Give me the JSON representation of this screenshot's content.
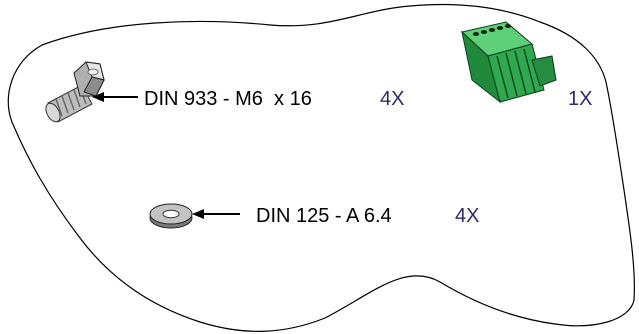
{
  "parts": [
    {
      "id": "bolt",
      "spec": "DIN 933 - M6  x 16",
      "quantity": "4X",
      "icon": "hex-bolt-icon"
    },
    {
      "id": "connector",
      "spec": "",
      "quantity": "1X",
      "icon": "terminal-block-connector-icon"
    },
    {
      "id": "washer",
      "spec": "DIN 125 - A 6.4",
      "quantity": "4X",
      "icon": "flat-washer-icon"
    }
  ],
  "colors": {
    "quantity": "#2b2b6e",
    "connector_green": "#2fa84f",
    "outline": "#000000"
  }
}
